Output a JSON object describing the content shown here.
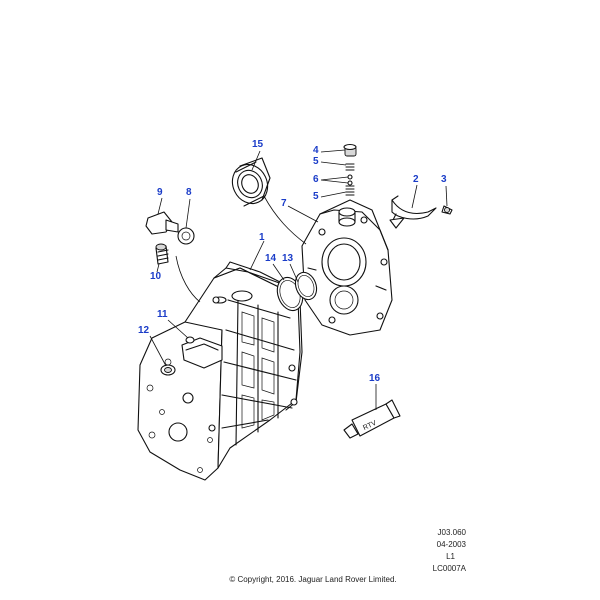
{
  "callouts": [
    {
      "id": "1",
      "label": "1"
    },
    {
      "id": "2",
      "label": "2"
    },
    {
      "id": "3",
      "label": "3"
    },
    {
      "id": "4",
      "label": "4"
    },
    {
      "id": "5a",
      "label": "5"
    },
    {
      "id": "5b",
      "label": "5"
    },
    {
      "id": "6",
      "label": "6"
    },
    {
      "id": "7",
      "label": "7"
    },
    {
      "id": "8",
      "label": "8"
    },
    {
      "id": "9",
      "label": "9"
    },
    {
      "id": "10",
      "label": "10"
    },
    {
      "id": "11",
      "label": "11"
    },
    {
      "id": "12",
      "label": "12"
    },
    {
      "id": "13",
      "label": "13"
    },
    {
      "id": "14",
      "label": "14"
    },
    {
      "id": "15",
      "label": "15"
    },
    {
      "id": "16",
      "label": "16"
    }
  ],
  "tube_label": "RTV",
  "reference": {
    "illustration_code": "J03.060",
    "date": "04-2003",
    "level": "L1",
    "catalog_code": "LC0007A"
  },
  "copyright": "© Copyright, 2016. Jaguar Land Rover Limited.",
  "colors": {
    "callout": "#1a3cc8",
    "line": "#111111",
    "background": "#ffffff"
  }
}
